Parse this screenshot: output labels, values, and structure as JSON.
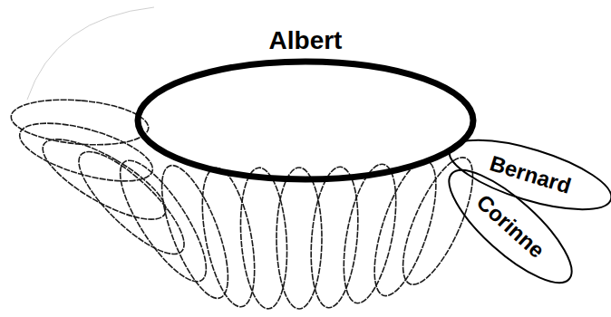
{
  "diagram": {
    "nodes": [
      {
        "text": [
          "Albert"
        ]
      },
      {
        "text": [
          "Bernard"
        ]
      },
      {
        "text": [
          "Corinne"
        ]
      }
    ]
  }
}
